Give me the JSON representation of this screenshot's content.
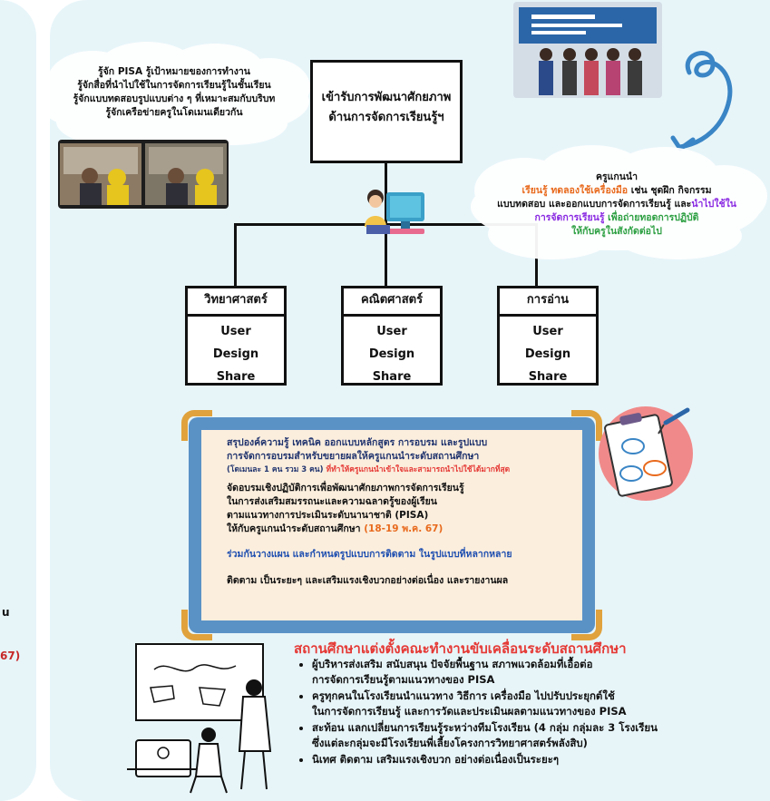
{
  "left_panel": {
    "line1": "u",
    "line2": "67)"
  },
  "center": {
    "title_line1": "เข้ารับการพัฒนาศักยภาพ",
    "title_line2": "ด้านการจัดการเรียนรู้ฯ"
  },
  "left_cloud": {
    "lines": [
      "รู้จัก PISA รู้เป้าหมายของการทำงาน",
      "รู้จักสื่อที่นำไปใช้ในการจัดการเรียนรู้ในชั้นเรียน",
      "รู้จักแบบทดสอบรูปแบบต่าง ๆ ที่เหมาะสมกับบริบท",
      "รู้จักเครือข่ายครูในโดเมนเดียวกัน"
    ]
  },
  "right_cloud": {
    "title": "ครูแกนนำ",
    "l2_a": "เรียนรู้ ทดลองใช้เครื่องมือ",
    "l2_b": " เช่น ชุดฝึก กิจกรรม",
    "l3_a": "แบบทดสอบ และออกแบบการจัดการเรียนรู้ และ",
    "l3_b": "นำไปใช้ใน",
    "l4_a": "การจัดการเรียนรู้",
    "l4_b": " เพื่อถ่ายทอดการปฏิบัติ",
    "l5": "ให้กับครูในสังกัดต่อไป"
  },
  "domains": [
    {
      "name": "วิทยาศาสตร์",
      "l1": "User",
      "l2": "Design",
      "l3": "Share"
    },
    {
      "name": "คณิตศาสตร์",
      "l1": "User",
      "l2": "Design",
      "l3": "Share"
    },
    {
      "name": "การอ่าน",
      "l1": "User",
      "l2": "Design",
      "l3": "Share"
    }
  ],
  "board": {
    "p1_l1": "สรุปองค์ความรู้ เทคนิค ออกแบบหลักสูตร การอบรม และรูปแบบ",
    "p1_l2": "การจัดการอบรมสำหรับขยายผลให้ครูแกนนำระดับสถานศึกษา",
    "p1_l3_a": "(โดเมนละ 1 คน รวม 3 คน)",
    "p1_l3_b": " ที่ทำให้ครูแกนนำเข้าใจและสามารถนำไปใช้ได้มากที่สุด",
    "p2_l1": "จัดอบรมเชิงปฏิบัติการเพื่อพัฒนาศักยภาพการจัดการเรียนรู้",
    "p2_l2": "ในการส่งเสริมสมรรถนะและความฉลาดรู้ของผู้เรียน",
    "p2_l3": "ตามแนวทางการประเมินระดับนานาชาติ (PISA)",
    "p2_l4_a": "ให้กับครูแกนนำระดับสถานศึกษา ",
    "p2_l4_b": "(18-19 พ.ค. 67)",
    "p3": "ร่วมกันวางแผน และกำหนดรูปแบบการติดตาม ในรูปแบบที่หลากหลาย",
    "p4": "ติดตาม  เป็นระยะๆ และเสริมแรงเชิงบวกอย่างต่อเนื่อง และรายงานผล"
  },
  "bottom": {
    "title": "สถานศึกษาแต่งตั้งคณะทำงานขับเคลื่อนระดับสถานศึกษา",
    "items": [
      {
        "l1": "ผู้บริหารส่งเสริม สนับสนุน ปัจจัยพื้นฐาน สภาพแวดล้อมที่เอื้อต่อ",
        "l2": "การจัดการเรียนรู้ตามแนวทางของ PISA"
      },
      {
        "l1": "ครูทุกคนในโรงเรียนนำแนวทาง วิธีการ เครื่องมือ ไปปรับประยุกต์ใช้",
        "l2": "ในการจัดการเรียนรู้ และการวัดและประเมินผลตามแนวทางของ PISA"
      },
      {
        "l1": "สะท้อน แลกเปลี่ยนการเรียนรู้ระหว่างทีมโรงเรียน (4 กลุ่ม กลุ่มละ 3 โรงเรียน",
        "l2": "ซึ่งแต่ละกลุ่มจะมีโรงเรียนพี่เลี้ยงโครงการวิทยาศาสตร์พลังสิบ)"
      },
      {
        "l1": "นิเทศ ติดตาม เสริมแรงเชิงบวก อย่างต่อเนื่องเป็นระยะๆ",
        "l2": ""
      }
    ]
  },
  "colors": {
    "panel": "#e7f5f9",
    "board_frame": "#5a92c6",
    "board_corner": "#e0a23c",
    "accent_red": "#e53935",
    "accent_orange": "#e86a1d",
    "accent_purple": "#8a2be2",
    "accent_green": "#2ea043"
  }
}
